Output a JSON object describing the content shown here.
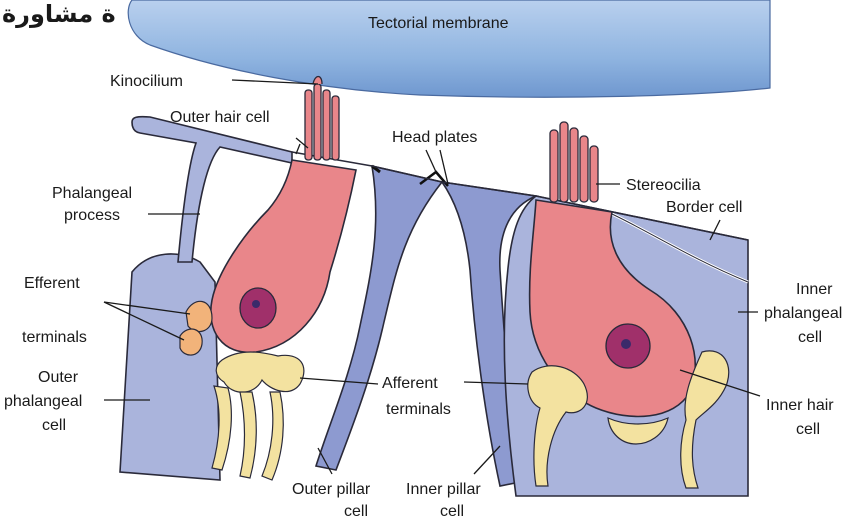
{
  "watermark": "ة مشاورة",
  "labels": {
    "tectorial_membrane": "Tectorial membrane",
    "kinocilium": "Kinocilium",
    "outer_hair_cell": "Outer hair cell",
    "head_plates": "Head plates",
    "stereocilia": "Stereocilia",
    "phalangeal_process": [
      "Phalangeal",
      "process"
    ],
    "border_cell": "Border cell",
    "efferent_terminals": [
      "Efferent",
      "terminals"
    ],
    "inner_phalangeal_cell": [
      "Inner",
      "phalangeal",
      "cell"
    ],
    "outer_phalangeal_cell": [
      "Outer",
      "phalangeal",
      "cell"
    ],
    "afferent_terminals": [
      "Afferent",
      "terminals"
    ],
    "inner_hair_cell": [
      "Inner hair",
      "cell"
    ],
    "outer_pillar_cell": [
      "Outer pillar",
      "cell"
    ],
    "inner_pillar_cell": [
      "Inner pillar",
      "cell"
    ]
  },
  "colors": {
    "membrane": "#8fb4e0",
    "support_cell": "#aab4dc",
    "pillar_cell": "#8d9ad0",
    "hair_cell": "#e9868a",
    "nucleus": "#a0306a",
    "afferent": "#f3e2a0",
    "efferent": "#f2b37a"
  }
}
